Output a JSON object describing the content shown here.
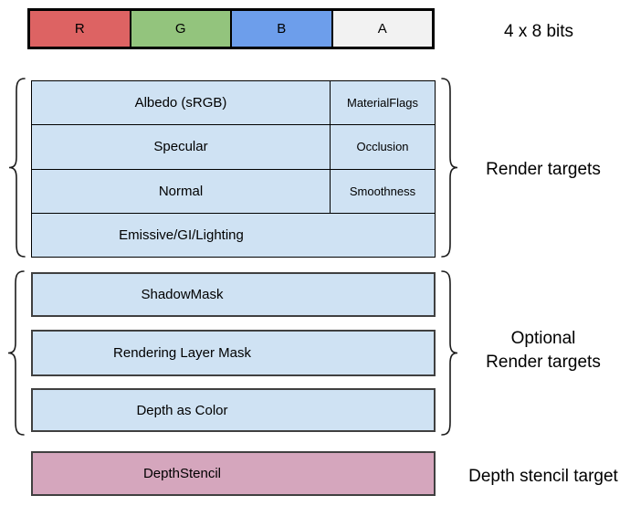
{
  "top_bar": {
    "caption": "4 x 8 bits",
    "cells": [
      {
        "id": "r",
        "label": "R",
        "color": "#dd6363"
      },
      {
        "id": "g",
        "label": "G",
        "color": "#93c47d"
      },
      {
        "id": "b",
        "label": "B",
        "color": "#6d9eeb"
      },
      {
        "id": "a",
        "label": "A",
        "color": "#f2f2f2"
      }
    ]
  },
  "render_targets": {
    "caption": "Render targets",
    "fill_color": "#cfe2f3",
    "rows": [
      {
        "main": "Albedo (sRGB)",
        "alpha": "MaterialFlags"
      },
      {
        "main": "Specular",
        "alpha": "Occlusion"
      },
      {
        "main": "Normal",
        "alpha": "Smoothness"
      },
      {
        "main": "Emissive/GI/Lighting"
      }
    ]
  },
  "optional_targets": {
    "caption_line1": "Optional",
    "caption_line2": "Render targets",
    "fill_color": "#cfe2f3",
    "boxes": [
      "ShadowMask",
      "Rendering Layer Mask",
      "Depth as Color"
    ]
  },
  "depth_stencil": {
    "box_label": "DepthStencil",
    "caption": "Depth stencil target",
    "fill_color": "#d5a6bd"
  }
}
